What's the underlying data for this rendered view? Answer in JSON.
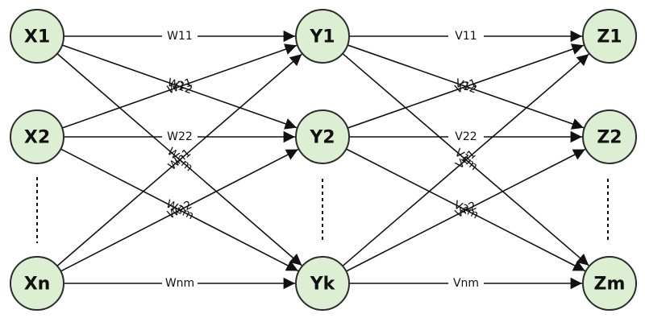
{
  "diagram": {
    "nodes": [
      {
        "id": "X1",
        "label": "X1"
      },
      {
        "id": "X2",
        "label": "X2"
      },
      {
        "id": "Xn",
        "label": "Xn"
      },
      {
        "id": "Y1",
        "label": "Y1"
      },
      {
        "id": "Y2",
        "label": "Y2"
      },
      {
        "id": "Yk",
        "label": "Yk"
      },
      {
        "id": "Z1",
        "label": "Z1"
      },
      {
        "id": "Z2",
        "label": "Z2"
      },
      {
        "id": "Zm",
        "label": "Zm"
      }
    ],
    "edges": [
      {
        "from": "X1",
        "to": "Y1",
        "label": "W11"
      },
      {
        "from": "X1",
        "to": "Y2",
        "label": "W12"
      },
      {
        "from": "X1",
        "to": "Yk",
        "label": "W1m"
      },
      {
        "from": "X2",
        "to": "Y1",
        "label": "W21"
      },
      {
        "from": "X2",
        "to": "Y2",
        "label": "W22"
      },
      {
        "from": "X2",
        "to": "Yk",
        "label": "W2m"
      },
      {
        "from": "Xn",
        "to": "Y1",
        "label": "Wn1"
      },
      {
        "from": "Xn",
        "to": "Y2",
        "label": "Wn2"
      },
      {
        "from": "Xn",
        "to": "Yk",
        "label": "Wnm"
      },
      {
        "from": "Y1",
        "to": "Z1",
        "label": "V11"
      },
      {
        "from": "Y1",
        "to": "Z2",
        "label": "V12"
      },
      {
        "from": "Y1",
        "to": "Zm",
        "label": "V1m"
      },
      {
        "from": "Y2",
        "to": "Z1",
        "label": "V21"
      },
      {
        "from": "Y2",
        "to": "Z2",
        "label": "V22"
      },
      {
        "from": "Y2",
        "to": "Zm",
        "label": "V2m"
      },
      {
        "from": "Yk",
        "to": "Z1",
        "label": "Vn1"
      },
      {
        "from": "Yk",
        "to": "Z2",
        "label": "Vn2"
      },
      {
        "from": "Yk",
        "to": "Zm",
        "label": "Vnm"
      }
    ],
    "colors": {
      "node_fill": "#dcefd3",
      "node_stroke": "#2b2b2b",
      "edge": "#111111"
    }
  }
}
